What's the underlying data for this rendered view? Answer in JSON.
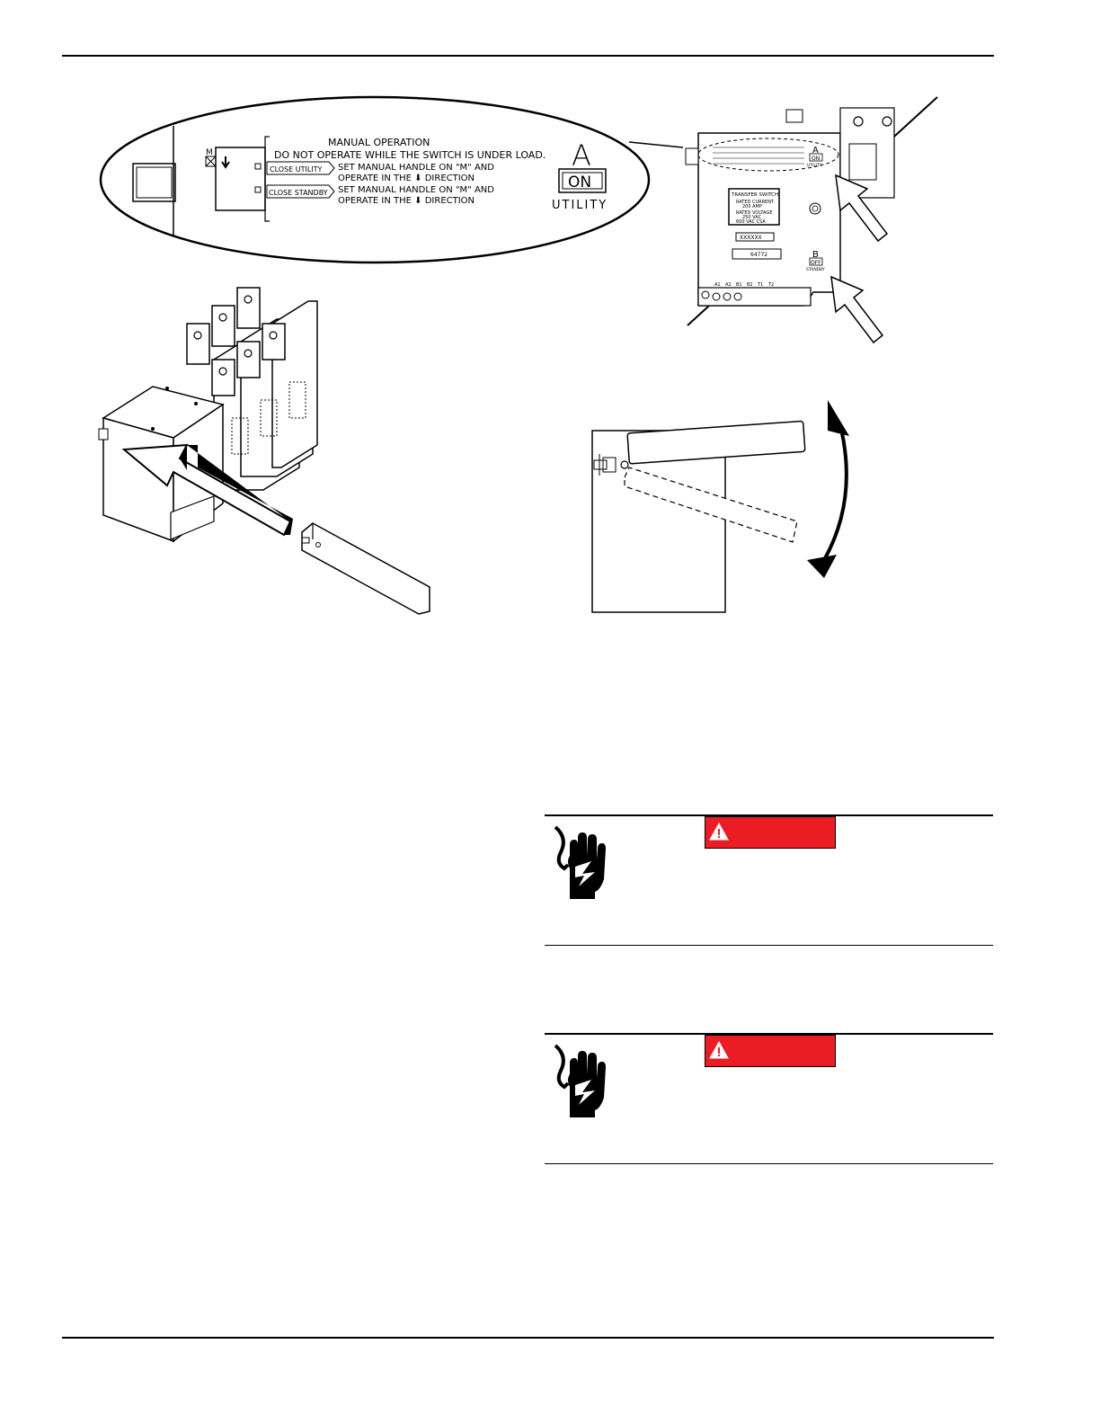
{
  "decal": {
    "m_label": "M",
    "title": "MANUAL OPERATION",
    "warning": "DO NOT OPERATE WHILE THE SWITCH IS UNDER LOAD.",
    "rows": [
      {
        "button": "CLOSE UTILITY",
        "line1": "SET MANUAL HANDLE ON \"M\" AND",
        "line2": "OPERATE IN THE ⬇ DIRECTION"
      },
      {
        "button": "CLOSE STANDBY",
        "line1": "SET MANUAL HANDLE ON \"M\" AND",
        "line2": "OPERATE IN THE ⬇ DIRECTION"
      }
    ],
    "position_letter": "A",
    "position_state": "ON",
    "position_source": "UTILITY"
  },
  "switch_panel": {
    "nameplate_line1": "TRANSFER SWITCH",
    "nameplate_line2": "RATED CURRENT",
    "nameplate_line3": "200 AMP",
    "nameplate_line4": "RATED VOLTAGE",
    "nameplate_line5": "250 VAC",
    "nameplate_line6": "600 VAC CSA",
    "serial_label": "XXXXXX",
    "part_label": "64772",
    "a_letter": "A",
    "a_state": "ON",
    "a_source": "UTILITY",
    "b_letter": "B",
    "b_state": "OFF",
    "b_source": "STANDBY",
    "terminals": [
      "A1",
      "A2",
      "B1",
      "B2",
      "T1",
      "T2"
    ]
  },
  "warnings": [
    {
      "signal_word": ""
    },
    {
      "signal_word": ""
    }
  ],
  "colors": {
    "danger_red": "#ec1c24",
    "line": "#000000"
  },
  "icons": [
    "electrical-shock-hand-icon",
    "alert-triangle-icon"
  ]
}
